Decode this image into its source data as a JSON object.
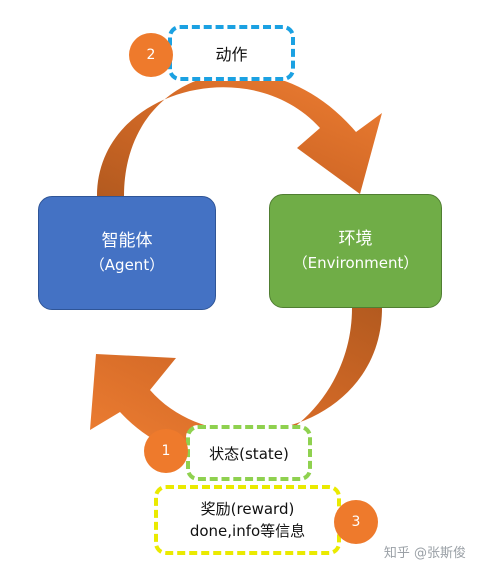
{
  "agent": {
    "title": "智能体",
    "subtitle": "（Agent）"
  },
  "environment": {
    "title": "环境",
    "subtitle": "（Environment）"
  },
  "action": {
    "number": "2",
    "label": "动作"
  },
  "state": {
    "number": "1",
    "label": "状态(state)"
  },
  "reward": {
    "number": "3",
    "line1": "奖励(reward)",
    "line2": "done,info等信息"
  },
  "watermark": "知乎 @张斯俊",
  "colors": {
    "agent": "#4472c4",
    "environment": "#70ad47",
    "arrow": "#ed7d31",
    "arrow_dark": "#b85a1e",
    "action_border": "#1ba1e2",
    "state_border": "#8fd14f",
    "reward_border": "#eaea00",
    "badge": "#ee7a2c"
  }
}
